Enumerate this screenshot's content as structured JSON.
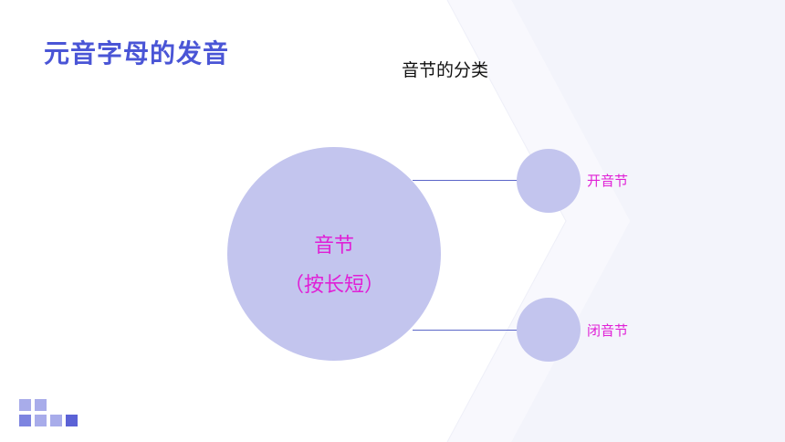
{
  "slide": {
    "title": "元音字母的发音",
    "subtitle": "音节的分类"
  },
  "diagram": {
    "center": {
      "line1": "音节",
      "line2": "（按长短）"
    },
    "branches": [
      {
        "label": "开音节"
      },
      {
        "label": "闭音节"
      }
    ]
  },
  "colors": {
    "title": "#4a55d6",
    "circle_fill": "#c3c5ee",
    "label_text": "#e020d6",
    "connector": "#5b66c8",
    "decor_squares": [
      "#a8acea",
      "#7d84e0",
      "#5b62d6"
    ]
  },
  "icons": {
    "background_decor": "chevron-arrow",
    "corner_decor": "squares-grid"
  }
}
